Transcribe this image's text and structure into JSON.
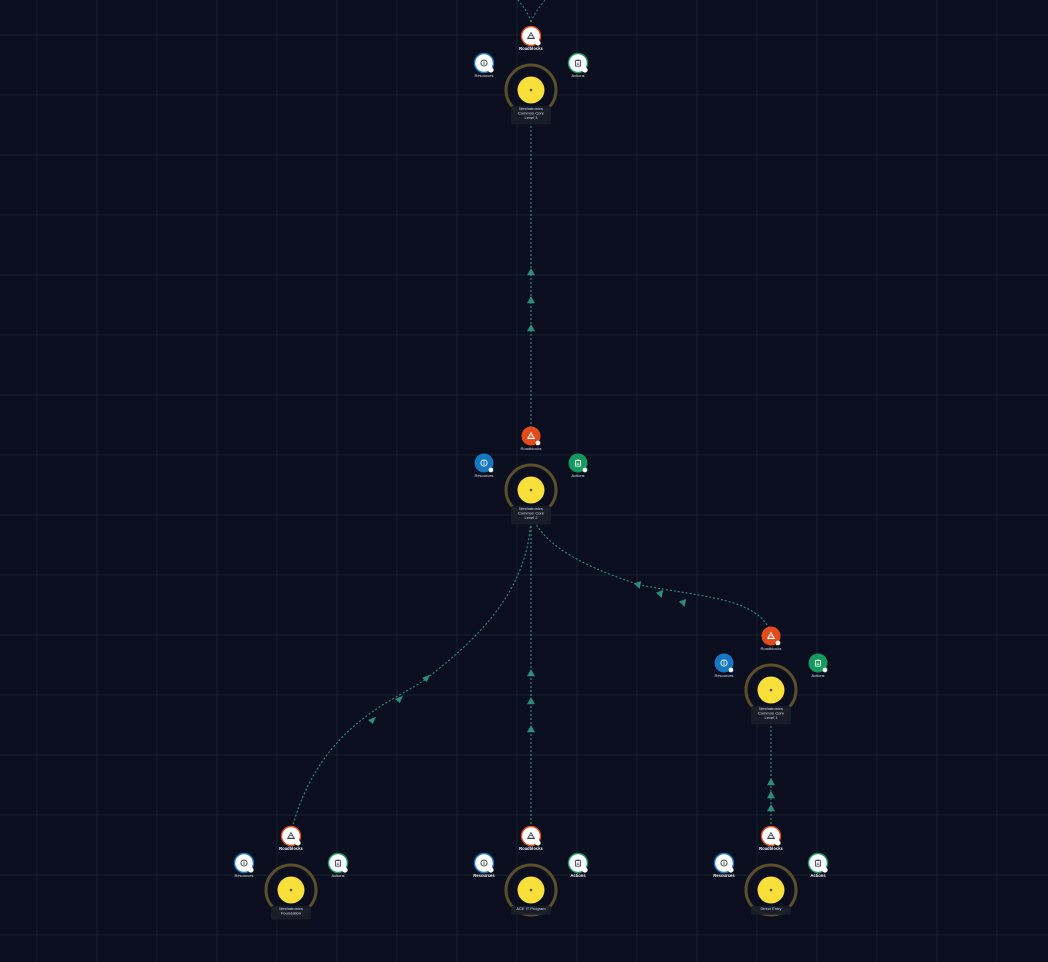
{
  "colors": {
    "background": "#0b0e1e",
    "grid": "#1a2a38",
    "connector": "#2d8d80",
    "core_fill": "#f9df3a",
    "core_ring": "#5c4e2a",
    "label_plate": "#1a1d29",
    "roadblocks": "#e24c1c",
    "resources": "#1677c2",
    "actions": "#149a5e",
    "inactive_fill": "#ffffff"
  },
  "satellite_labels": {
    "roadblocks": "Roadblocks",
    "resources": "Resources",
    "actions": "Actions"
  },
  "icons": {
    "roadblocks": "warning-cone-icon",
    "resources": "info-icon",
    "actions": "clipboard-icon"
  },
  "nodes": [
    {
      "id": "mcc-level-3",
      "title": [
        "Mechatronics",
        "Common Core",
        "Level 3"
      ],
      "state": "inactive"
    },
    {
      "id": "mcc-level-2",
      "title": [
        "Mechatronics",
        "Common Core",
        "Level 2"
      ],
      "state": "active"
    },
    {
      "id": "mcc-level-1",
      "title": [
        "Mechatronics",
        "Common Core",
        "Level 1"
      ],
      "state": "active"
    },
    {
      "id": "mech-foundation",
      "title": [
        "Mechatronics",
        "Foundation"
      ],
      "state": "inactive"
    },
    {
      "id": "ace-it-program",
      "title": [
        "ACE IT Program"
      ],
      "state": "inactive"
    },
    {
      "id": "direct-entry",
      "title": [
        "Direct Entry"
      ],
      "state": "inactive"
    }
  ],
  "edges": [
    {
      "from": "mcc-level-2",
      "to": "mcc-level-3"
    },
    {
      "from": "mcc-level-1",
      "to": "mcc-level-2"
    },
    {
      "from": "mech-foundation",
      "to": "mcc-level-2"
    },
    {
      "from": "ace-it-program",
      "to": "mcc-level-2"
    },
    {
      "from": "direct-entry",
      "to": "mcc-level-1"
    }
  ]
}
